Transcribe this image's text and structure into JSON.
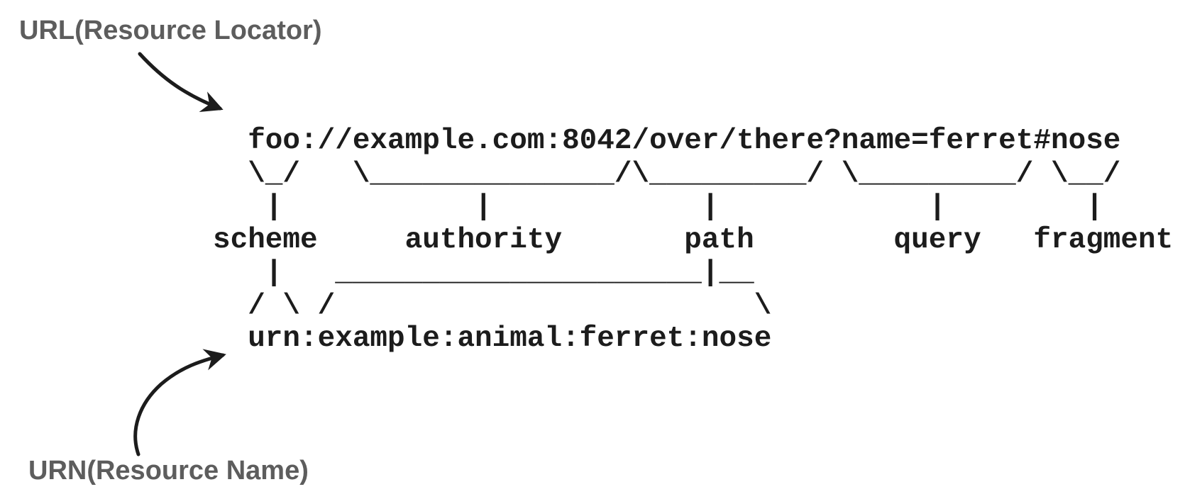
{
  "page": {
    "colors": {
      "background": "#ffffff",
      "ink": "#1c1c1c",
      "heading": "#5d5d5d"
    }
  },
  "annotations": {
    "url_label": "URL(Resource Locator)",
    "urn_label": "URN(Resource Name)"
  },
  "diagram": {
    "uri_example": "foo://example.com:8042/over/there?name=ferret#nose",
    "urn_example": "urn:example:animal:ferret:nose",
    "components": [
      "scheme",
      "authority",
      "path",
      "query",
      "fragment"
    ],
    "ascii_lines": [
      "  foo://example.com:8042/over/there?name=ferret#nose",
      "  \\_/   \\______________/\\_________/ \\_________/ \\__/",
      "   |           |            |            |        |",
      "scheme     authority       path        query   fragment",
      "   |   _____________________|__",
      "  / \\ /                        \\",
      "  urn:example:animal:ferret:nose"
    ]
  }
}
